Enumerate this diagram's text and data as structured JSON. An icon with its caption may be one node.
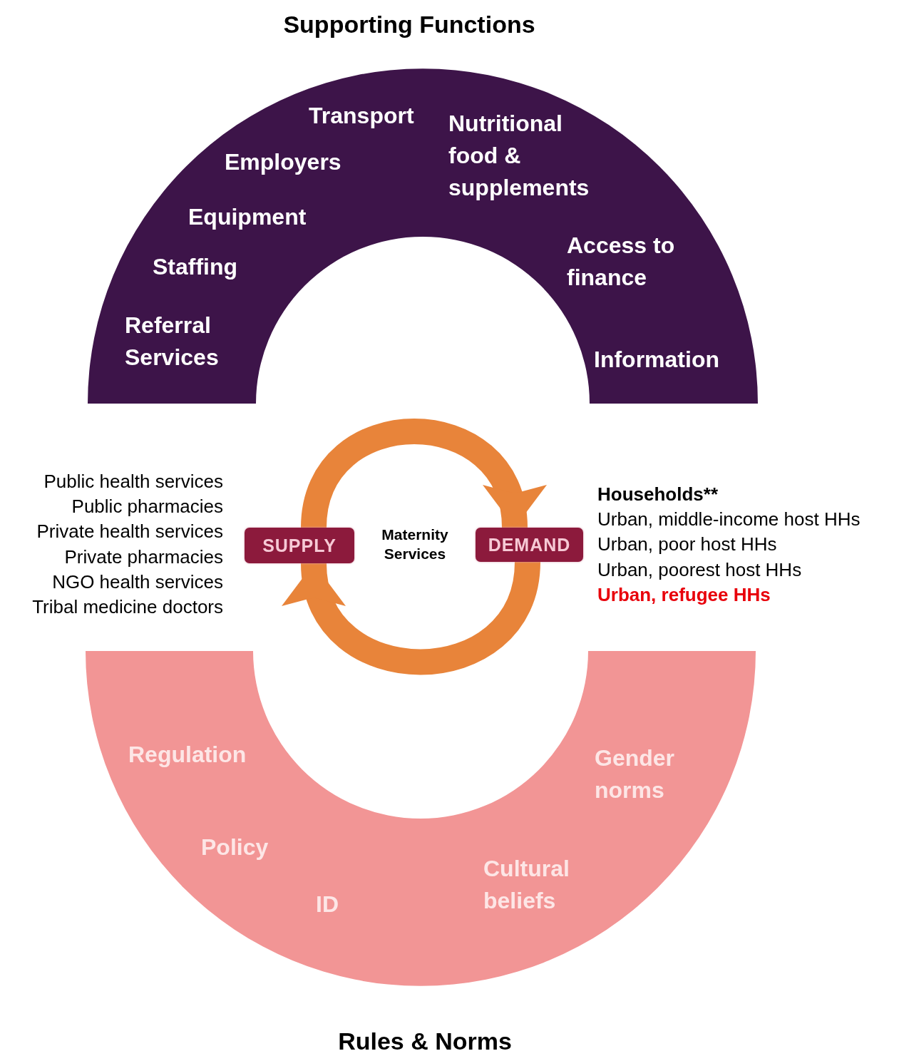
{
  "diagram": {
    "nodes": [
      {
        "text": [
          "Supporting Functions",
          "Transport",
          "Employers",
          "Nutritional food & supplements",
          "Equipment",
          "Access to finance",
          "Staffing",
          "Referral Services",
          "Information"
        ]
      },
      {
        "text": [
          "SUPPLY"
        ]
      },
      {
        "text": [
          "DEMAND"
        ]
      },
      {
        "text": [
          "Regulation",
          "Gender norms",
          "Policy",
          "ID",
          "Cultural beliefs",
          "Rules & Norms"
        ]
      }
    ],
    "edges": [
      {
        "from": 1,
        "to": 2,
        "arrow": "to"
      },
      {
        "from": 2,
        "to": 1,
        "arrow": "to"
      }
    ],
    "labels": [
      "Public health services",
      "Public pharmacies",
      "Private health services",
      "Private pharmacies",
      "NGO health services",
      "Tribal medicine doctors",
      "Maternity Services",
      "Households**",
      "Urban, middle-income host HHs",
      "Urban, poor host HHs",
      "Urban, poorest host HHs",
      "Urban, refugee HHs"
    ]
  }
}
